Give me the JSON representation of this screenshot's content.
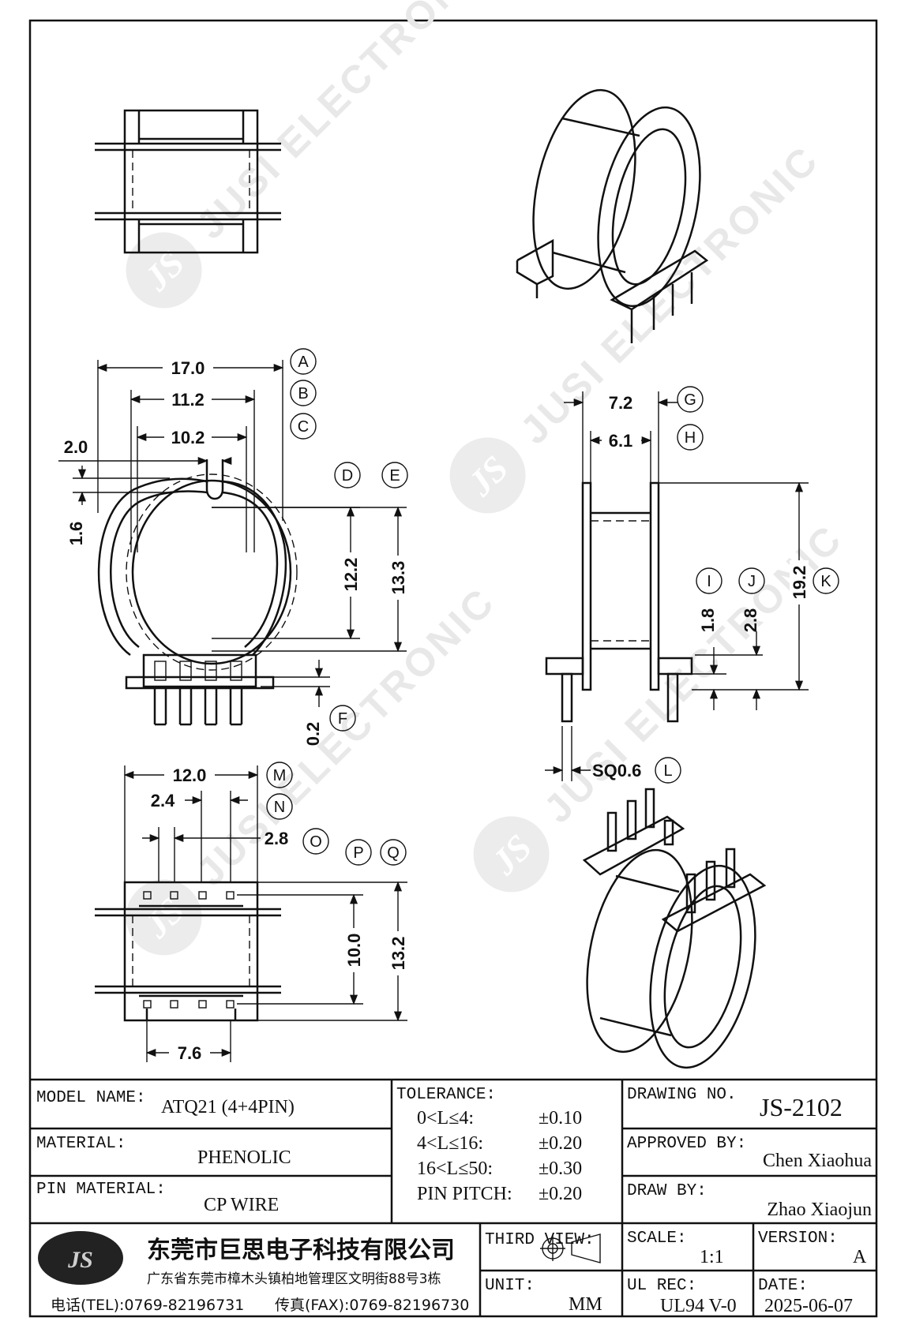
{
  "watermark": {
    "logo_text": "JS",
    "brand_text": "JUSI ELECTRONIC"
  },
  "dimensions": {
    "A": "17.0",
    "B": "11.2",
    "C": "10.2",
    "pin_offset": "2.0",
    "top_gap": "1.6",
    "D": "12.2",
    "E": "13.3",
    "F": "0.2",
    "G": "7.2",
    "H": "6.1",
    "I": "1.8",
    "J": "2.8",
    "K": "19.2",
    "L": "SQ0.6",
    "M": "12.0",
    "N": "2.4",
    "O": "2.8",
    "P": "10.0",
    "Q": "13.2",
    "pin_span": "7.6"
  },
  "callouts": [
    "A",
    "B",
    "C",
    "D",
    "E",
    "F",
    "G",
    "H",
    "I",
    "J",
    "K",
    "L",
    "M",
    "N",
    "O",
    "P",
    "Q"
  ],
  "title_block": {
    "model_name_label": "MODEL NAME:",
    "model_name": "ATQ21 (4+4PIN)",
    "material_label": "MATERIAL:",
    "material": "PHENOLIC",
    "pin_material_label": "PIN MATERIAL:",
    "pin_material": "CP WIRE",
    "tolerance_label": "TOLERANCE:",
    "tolerances": [
      {
        "range": "0<L≤4:",
        "value": "±0.10"
      },
      {
        "range": "4<L≤16:",
        "value": "±0.20"
      },
      {
        "range": "16<L≤50:",
        "value": "±0.30"
      },
      {
        "range": "PIN PITCH:",
        "value": "±0.20"
      }
    ],
    "drawing_no_label": "DRAWING NO.",
    "drawing_no": "JS-2102",
    "approved_by_label": "APPROVED BY:",
    "approved_by": "Chen Xiaohua",
    "draw_by_label": "DRAW BY:",
    "draw_by": "Zhao Xiaojun",
    "company_logo_text": "JS",
    "company_name": "东莞市巨思电子科技有限公司",
    "company_address": "广东省东莞市樟木头镇柏地管理区文明街88号3栋",
    "tel": "电话(TEL):0769-82196731",
    "fax": "传真(FAX):0769-82196730",
    "third_view_label": "THIRD VIEW:",
    "unit_label": "UNIT:",
    "unit": "MM",
    "scale_label": "SCALE:",
    "scale": "1:1",
    "version_label": "VERSION:",
    "version": "A",
    "ul_rec_label": "UL REC:",
    "ul_rec": "UL94 V-0",
    "date_label": "DATE:",
    "date": "2025-06-07"
  }
}
